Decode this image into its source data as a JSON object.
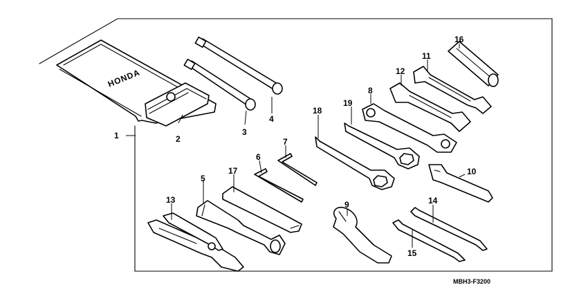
{
  "brand_logo": "HONDA",
  "diagram_code": "MBH3-F3200",
  "callouts": [
    "1",
    "2",
    "3",
    "4",
    "5",
    "6",
    "7",
    "8",
    "9",
    "10",
    "11",
    "12",
    "13",
    "14",
    "15",
    "16",
    "17",
    "18",
    "19"
  ]
}
